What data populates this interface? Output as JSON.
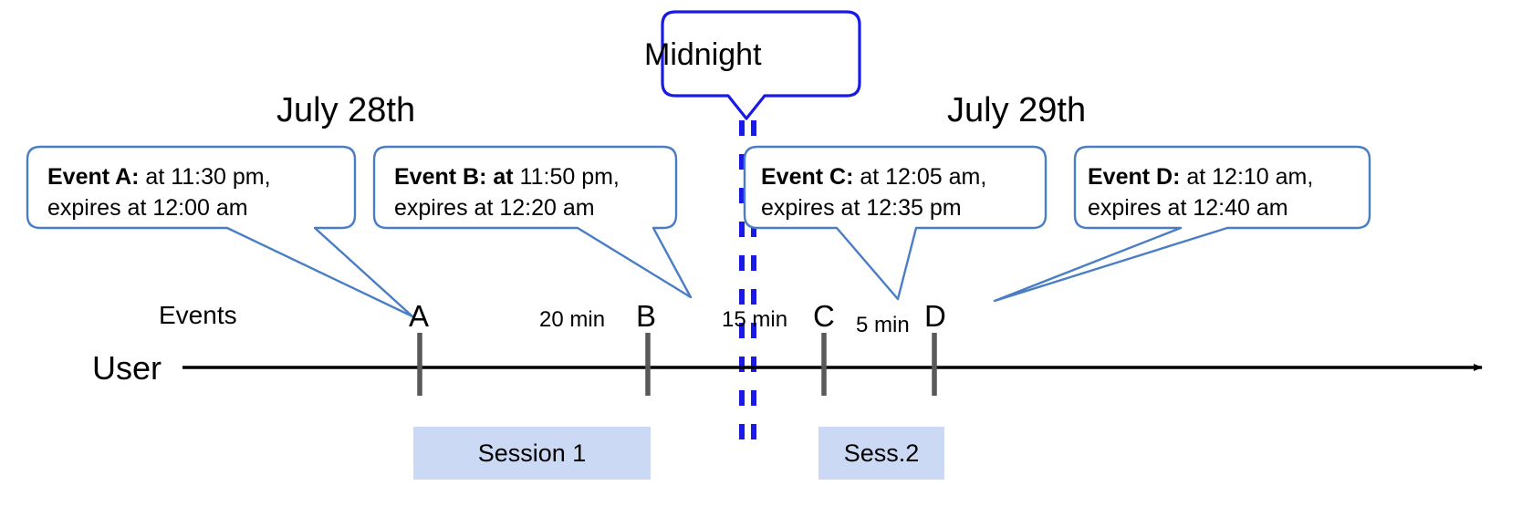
{
  "diagram": {
    "title_absent": "",
    "colors": {
      "callout_stroke": "#4a7ec4",
      "midnight_stroke": "#1a1ae6",
      "midnight_dash": "#1a1ae6",
      "session_fill": "#ccd9f4",
      "axis": "#000000",
      "tick": "#595959"
    },
    "days": [
      {
        "label": "July 28th"
      },
      {
        "label": "July 29th"
      }
    ],
    "midnight": {
      "label": "Midnight",
      "marker_name": "midnight-dashed-line"
    },
    "callouts": [
      {
        "id": "A",
        "bold": "Event A:",
        "line1_rest": " at 11:30 pm,",
        "line2": "expires at 12:00 am"
      },
      {
        "id": "B",
        "bold": "Event B: at",
        "line1_rest": " 11:50 pm,",
        "line2": "expires at 12:20 am"
      },
      {
        "id": "C",
        "bold": "Event C:",
        "line1_rest": " at 12:05 am,",
        "line2": "expires at 12:35 pm"
      },
      {
        "id": "D",
        "bold": "Event D:",
        "line1_rest": "  at 12:10 am,",
        "line2": "expires at 12:40 am"
      }
    ],
    "timeline": {
      "events_row_label": "Events",
      "user_row_label": "User",
      "markers": [
        {
          "letter": "A"
        },
        {
          "letter": "B"
        },
        {
          "letter": "C"
        },
        {
          "letter": "D"
        }
      ],
      "intervals": [
        {
          "label": "20 min"
        },
        {
          "label": "15 min"
        },
        {
          "label": "5 min"
        }
      ]
    },
    "sessions": [
      {
        "label": "Session 1"
      },
      {
        "label": "Sess.2"
      }
    ]
  }
}
